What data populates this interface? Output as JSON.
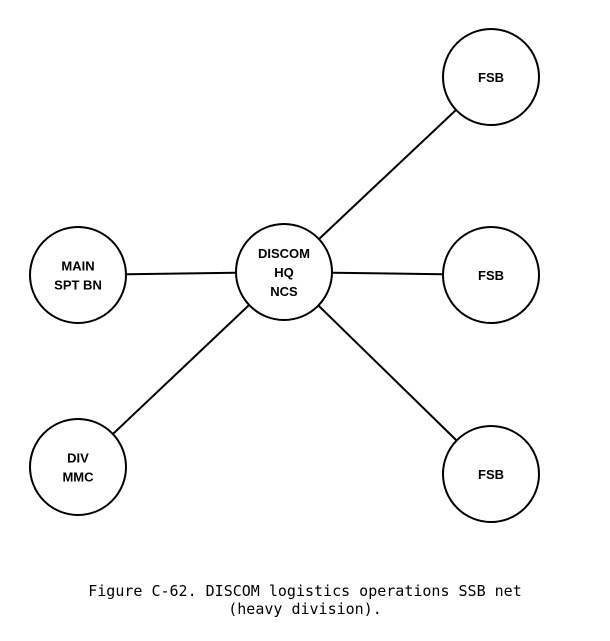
{
  "diagram": {
    "nodes": [
      {
        "id": "fsb-top",
        "lines": [
          "FSB"
        ]
      },
      {
        "id": "main-spt-bn",
        "lines": [
          "MAIN",
          "SPT BN"
        ]
      },
      {
        "id": "discom-hq-ncs",
        "lines": [
          "DISCOM",
          "HQ",
          "NCS"
        ]
      },
      {
        "id": "fsb-middle",
        "lines": [
          "FSB"
        ]
      },
      {
        "id": "div-mmc",
        "lines": [
          "DIV",
          "MMC"
        ]
      },
      {
        "id": "fsb-bottom",
        "lines": [
          "FSB"
        ]
      }
    ],
    "edges": [
      {
        "from": "discom-hq-ncs",
        "to": "fsb-top"
      },
      {
        "from": "main-spt-bn",
        "to": "discom-hq-ncs"
      },
      {
        "from": "discom-hq-ncs",
        "to": "fsb-middle"
      },
      {
        "from": "discom-hq-ncs",
        "to": "div-mmc"
      },
      {
        "from": "discom-hq-ncs",
        "to": "fsb-bottom"
      }
    ]
  },
  "caption": {
    "line1": "Figure C-62. DISCOM logistics operations SSB net",
    "line2": "(heavy division)."
  }
}
